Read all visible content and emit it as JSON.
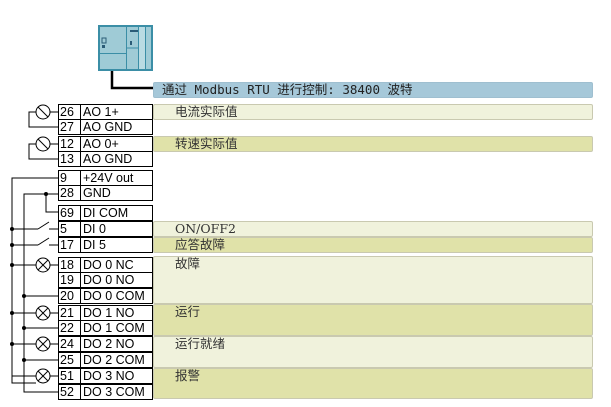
{
  "header": {
    "text": "通过 Modbus RTU 进行控制: 38400 波特",
    "color": "#a6c8d9"
  },
  "colors": {
    "bar_light": "#f0f2dc",
    "bar_dark": "#e0e2a9",
    "device": "#8fc4d0"
  },
  "terminals": [
    {
      "num": "26",
      "label": "AO 1+"
    },
    {
      "num": "27",
      "label": "AO GND"
    },
    {
      "num": "12",
      "label": "AO 0+"
    },
    {
      "num": "13",
      "label": "AO GND"
    },
    {
      "num": "9",
      "label": "+24V out"
    },
    {
      "num": "28",
      "label": "GND"
    },
    {
      "num": "69",
      "label": "DI COM"
    },
    {
      "num": "5",
      "label": "DI 0"
    },
    {
      "num": "17",
      "label": "DI 5"
    },
    {
      "num": "18",
      "label": "DO 0 NC"
    },
    {
      "num": "19",
      "label": "DO 0 NO"
    },
    {
      "num": "20",
      "label": "DO 0 COM"
    },
    {
      "num": "21",
      "label": "DO 1 NO"
    },
    {
      "num": "22",
      "label": "DO 1 COM"
    },
    {
      "num": "24",
      "label": "DO 2 NO"
    },
    {
      "num": "25",
      "label": "DO 2 COM"
    },
    {
      "num": "51",
      "label": "DO 3 NO"
    },
    {
      "num": "52",
      "label": "DO 3 COM"
    }
  ],
  "functions": [
    {
      "label": "电流实际值",
      "style": "light"
    },
    {
      "label": "转速实际值",
      "style": "dark"
    },
    {
      "label": "ON/OFF2",
      "style": "light"
    },
    {
      "label": "应答故障",
      "style": "dark"
    },
    {
      "label": "故障",
      "style": "light"
    },
    {
      "label": "运行",
      "style": "dark"
    },
    {
      "label": "运行就绪",
      "style": "light"
    },
    {
      "label": "报警",
      "style": "dark"
    }
  ]
}
